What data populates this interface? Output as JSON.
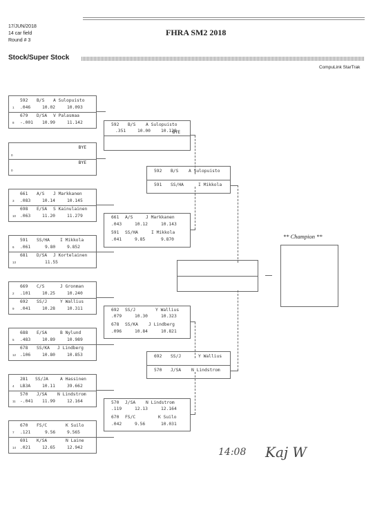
{
  "header": {
    "date": "17/JUN/2018",
    "field": "14 car field",
    "round": "Round # 3",
    "event_title": "FHRA SM2 2018",
    "class_name": "Stock/Super Stock",
    "software": "CompuLink StarTrak"
  },
  "round1": [
    {
      "top": {
        "num": "592",
        "cls": "B/S",
        "name": "A Sulopuisto",
        "rt": ".046",
        "et": "10.02",
        "dial": "10.093",
        "seed": "1"
      },
      "bottom": {
        "num": "679",
        "cls": "D/SA",
        "name": "V Palasmaa",
        "rt": "-.001",
        "et": "10.99",
        "dial": "11.142",
        "seed": "8"
      }
    },
    {
      "top": {
        "name": "BYE",
        "seed": "0"
      },
      "bottom": {
        "name": "BYE",
        "seed": "0"
      }
    },
    {
      "top": {
        "num": "661",
        "cls": "A/S",
        "name": "J Markkanen",
        "rt": ".083",
        "et": "10.14",
        "dial": "10.145",
        "seed": "3"
      },
      "bottom": {
        "num": "698",
        "cls": "E/SA",
        "name": "S Kainulainen",
        "rt": ".063",
        "et": "11.20",
        "dial": "11.279",
        "seed": "10"
      }
    },
    {
      "top": {
        "num": "591",
        "cls": "SS/HA",
        "name": "I Mikkola",
        "rt": ".061",
        "et": "9.80",
        "dial": "9.852",
        "seed": "6"
      },
      "bottom": {
        "num": "681",
        "cls": "D/SA",
        "name": "J Kortelainen",
        "rt": "",
        "et": "11.55",
        "dial": "",
        "seed": "13"
      }
    },
    {
      "top": {
        "num": "669",
        "cls": "C/S",
        "name": "J Gronman",
        "rt": ".101",
        "et": "10.25",
        "dial": "10.240",
        "seed": "2"
      },
      "bottom": {
        "num": "692",
        "cls": "SS/J",
        "name": "Y Wallius",
        "rt": ".041",
        "et": "10.28",
        "dial": "10.311",
        "seed": "9"
      }
    },
    {
      "top": {
        "num": "688",
        "cls": "E/SA",
        "name": "B Nylund",
        "rt": ".483",
        "et": "10.89",
        "dial": "10.989",
        "seed": "5"
      },
      "bottom": {
        "num": "678",
        "cls": "SS/KA",
        "name": "J Lindberg",
        "rt": ".106",
        "et": "10.80",
        "dial": "10.853",
        "seed": "12"
      }
    },
    {
      "top": {
        "num": "281",
        "cls": "SS/JA",
        "name": "A Hassinen",
        "rt": "LB3A",
        "et": "10.11",
        "dial": "39.662",
        "seed": "4"
      },
      "bottom": {
        "num": "570",
        "cls": "J/SA",
        "name": "N Lindstrom",
        "rt": "-.041",
        "et": "11.99",
        "dial": "12.164",
        "seed": "11"
      }
    },
    {
      "top": {
        "num": "670",
        "cls": "FS/C",
        "name": "K Suilo",
        "rt": ".121",
        "et": "9.56",
        "dial": "9.565",
        "seed": "7"
      },
      "bottom": {
        "num": "691",
        "cls": "K/SA",
        "name": "N Laine",
        "rt": ".021",
        "et": "12.65",
        "dial": "12.942",
        "seed": "14"
      }
    }
  ],
  "round2": [
    {
      "top": {
        "num": "592",
        "cls": "B/S",
        "name": "A Sulopuisto",
        "rt": ".351",
        "et": "10.00",
        "dial": "10.129"
      },
      "bottom": {
        "name": "BYE"
      }
    },
    {
      "top": {
        "num": "661",
        "cls": "A/S",
        "name": "J Markkanen",
        "rt": ".043",
        "et": "10.12",
        "dial": "10.143"
      },
      "bottom": {
        "num": "591",
        "cls": "SS/HA",
        "name": "I Mikkola",
        "rt": ".041",
        "et": "9.85",
        "dial": "9.870"
      }
    },
    {
      "top": {
        "num": "692",
        "cls": "SS/J",
        "name": "Y Wallius",
        "rt": ".079",
        "et": "10.30",
        "dial": "10.323"
      },
      "bottom": {
        "num": "678",
        "cls": "SS/KA",
        "name": "J Lindberg",
        "rt": ".096",
        "et": "10.84",
        "dial": "10.821"
      }
    },
    {
      "top": {
        "num": "570",
        "cls": "J/SA",
        "name": "N Lindstrom",
        "rt": ".119",
        "et": "12.13",
        "dial": "12.164"
      },
      "bottom": {
        "num": "670",
        "cls": "FS/C",
        "name": "K Suilo",
        "rt": ".042",
        "et": "9.56",
        "dial": "10.031"
      }
    }
  ],
  "round3": [
    {
      "top": {
        "num": "592",
        "cls": "B/S",
        "name": "A Sulopuisto"
      },
      "bottom": {
        "num": "591",
        "cls": "SS/HA",
        "name": "I Mikkola"
      }
    },
    {
      "top": {
        "num": "692",
        "cls": "SS/J",
        "name": "Y Wallius"
      },
      "bottom": {
        "num": "570",
        "cls": "J/SA",
        "name": "N Lindstrom"
      }
    }
  ],
  "final": {
    "champion_label": "** Champion **"
  },
  "handwriting": {
    "time": "14:08",
    "signature": "Kaj W"
  }
}
